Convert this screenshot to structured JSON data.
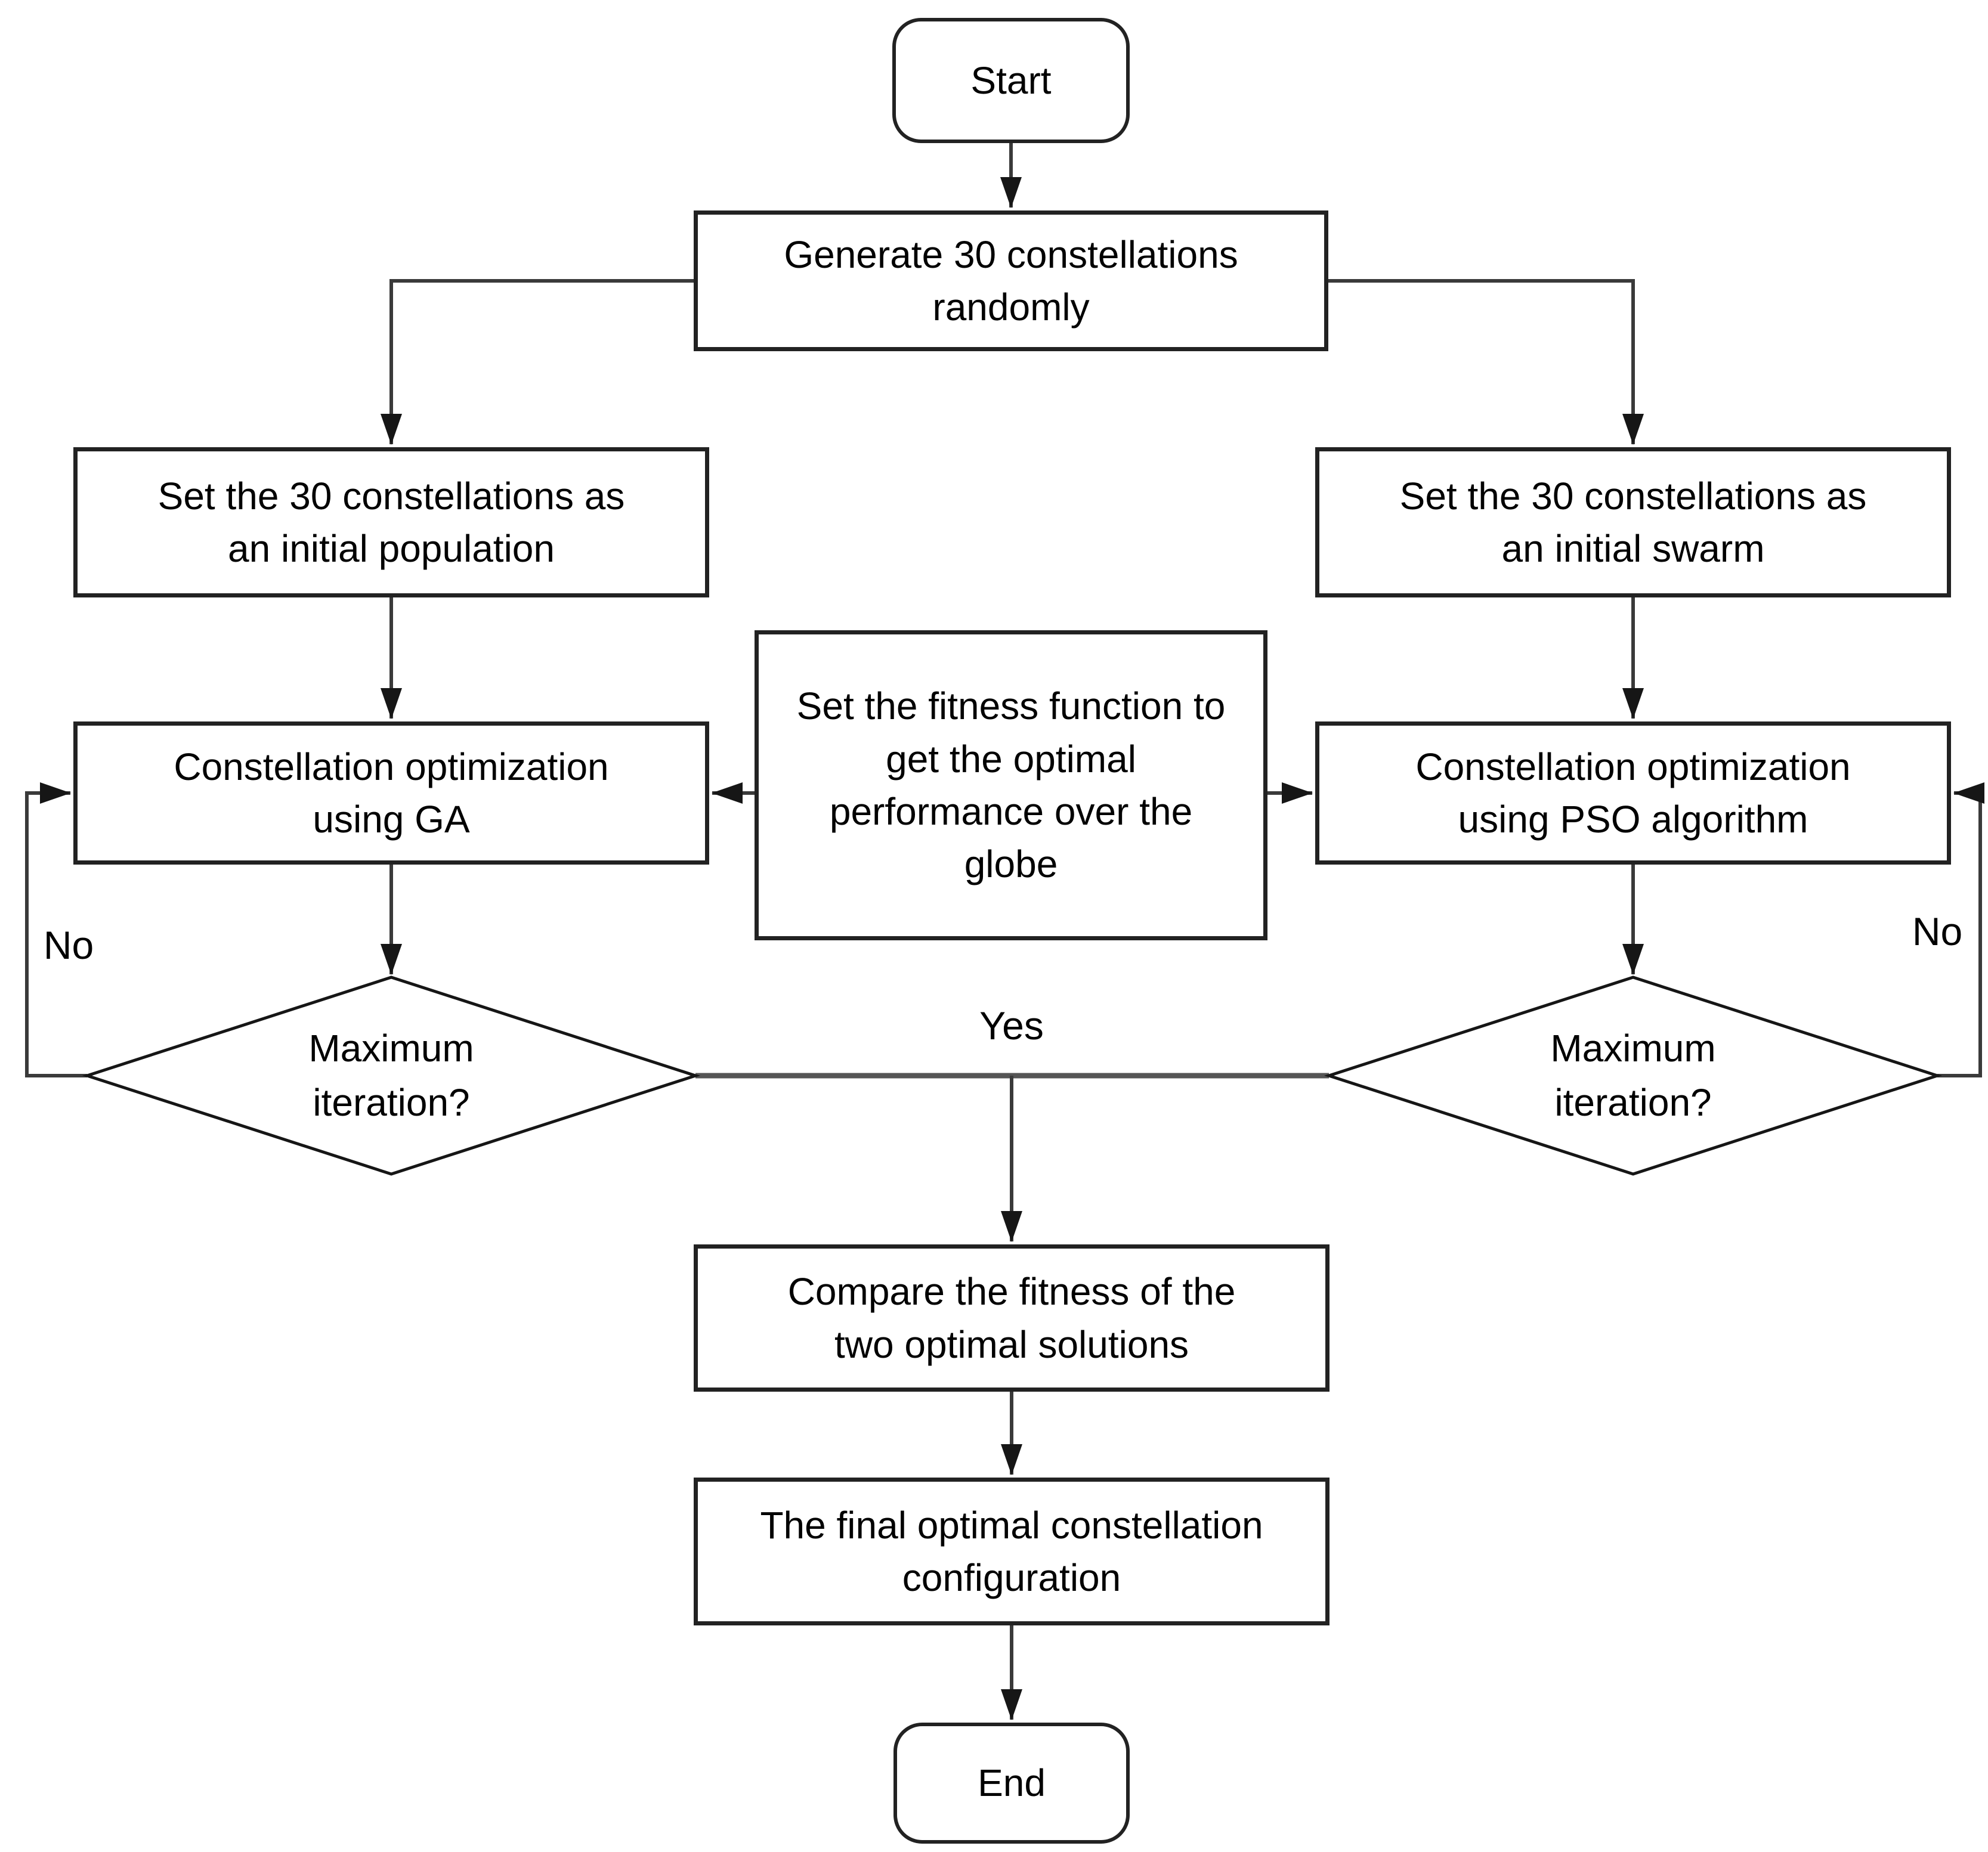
{
  "flowchart": {
    "nodes": {
      "start": {
        "label": "Start",
        "shape": "terminator"
      },
      "generate": {
        "label": "Generate 30 constellations randomly",
        "shape": "process"
      },
      "set_population": {
        "label": "Set the 30 constellations as an initial population",
        "shape": "process"
      },
      "set_swarm": {
        "label": "Set the 30 constellations as an initial swarm",
        "shape": "process"
      },
      "fitness": {
        "label": "Set the fitness function to get the optimal performance over the globe",
        "shape": "process"
      },
      "ga": {
        "label": "Constellation optimization using GA",
        "shape": "process"
      },
      "pso": {
        "label": "Constellation optimization using PSO algorithm",
        "shape": "process"
      },
      "decision_ga": {
        "label": "Maximum iteration?",
        "shape": "decision"
      },
      "decision_pso": {
        "label": "Maximum iteration?",
        "shape": "decision"
      },
      "compare": {
        "label": "Compare the fitness of the two optimal solutions",
        "shape": "process"
      },
      "final": {
        "label": "The final optimal constellation configuration",
        "shape": "process"
      },
      "end": {
        "label": "End",
        "shape": "terminator"
      }
    },
    "edge_labels": {
      "yes": "Yes",
      "no_left": "No",
      "no_right": "No"
    },
    "colors": {
      "line": "#3a3a3a",
      "border": "#222222",
      "fill": "#ffffff",
      "text": "#000000",
      "background": "#ffffff"
    }
  }
}
